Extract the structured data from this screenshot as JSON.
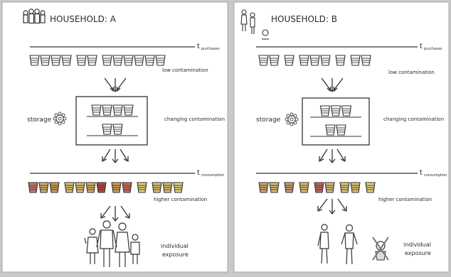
{
  "panels": [
    {
      "id": "A",
      "title": "HOUSEHOLD: A",
      "t_purchases_label": "purchases",
      "t_consumption_label": "consumption",
      "low_label": "low contamination",
      "storage_label": "storage",
      "changing_label": "changing contamination",
      "higher_label": "higher contamination",
      "exposure_line1": "individual",
      "exposure_line2": "exposure",
      "purchase_groups": [
        4,
        2,
        6
      ],
      "storage_rows": [
        4,
        2
      ],
      "consumption_colors": [
        [
          "#c97a6f",
          "#d2b06b",
          "#c9a050"
        ],
        [
          "#e0c070",
          "#e0c070",
          "#d7b060",
          "#b04a40"
        ],
        [
          "#d0a050",
          "#c96a60"
        ],
        [
          "#e6d070"
        ],
        [
          "#e0c070",
          "#d8c070",
          "#e4d080"
        ]
      ]
    },
    {
      "id": "B",
      "title": "HOUSEHOLD: B",
      "t_purchases_label": "purchases",
      "t_consumption_label": "consumption",
      "low_label": "low contamination",
      "storage_label": "storage",
      "changing_label": "changing contamination",
      "higher_label": "higher contamination",
      "exposure_line1": "individual",
      "exposure_line2": "exposure",
      "purchase_groups": [
        2,
        1,
        3,
        1,
        2
      ],
      "storage_rows": [
        3,
        2
      ],
      "consumption_colors": [
        [
          "#d2a868",
          "#d8bc70"
        ],
        [
          "#d0a070"
        ],
        [
          "#e0c070"
        ],
        [
          "#c26a5c",
          "#d8c080"
        ],
        [
          "#e2c878",
          "#e0c070"
        ],
        [
          "#e6d080"
        ]
      ]
    }
  ]
}
